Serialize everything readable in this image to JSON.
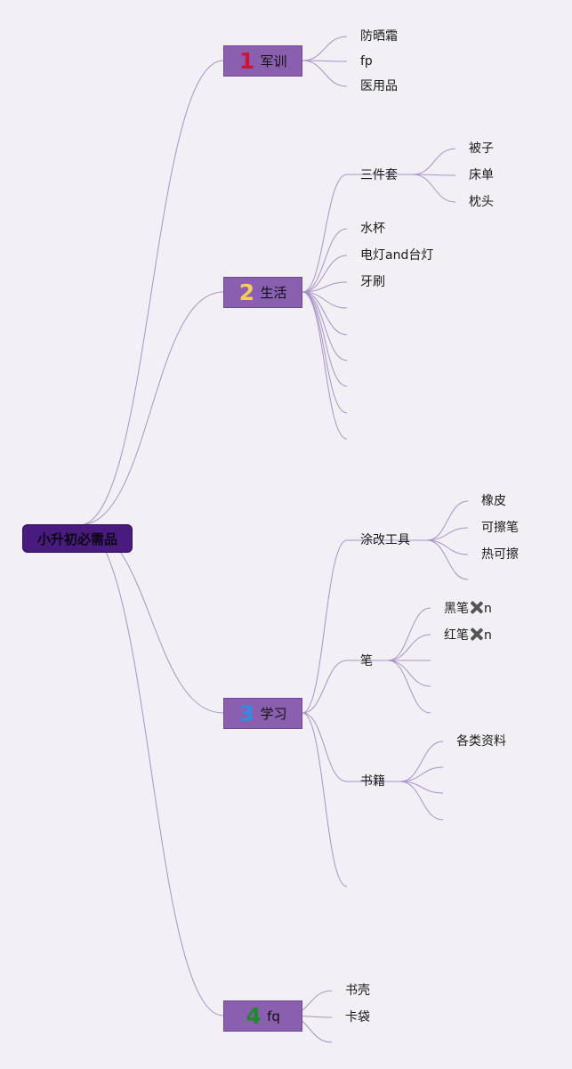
{
  "root": {
    "label": "小升初必需品"
  },
  "topics": [
    {
      "num": "1",
      "num_color": "#c8163a",
      "label": "军训",
      "children": [
        "防晒霜",
        "fp",
        "医用品"
      ]
    },
    {
      "num": "2",
      "num_color": "#f5cd5a",
      "label": "生活",
      "children": [
        {
          "label": "三件套",
          "children": [
            "被子",
            "床单",
            "枕头"
          ]
        },
        "水杯",
        "电灯and台灯",
        "牙刷",
        "",
        "",
        "",
        "",
        "",
        ""
      ]
    },
    {
      "num": "3",
      "num_color": "#2c8fe0",
      "label": "学习",
      "children": [
        {
          "label": "涂改工具",
          "children": [
            "橡皮",
            "可擦笔",
            "热可擦",
            ""
          ]
        },
        {
          "label": "笔",
          "children": [
            {
              "pre": "黑笔",
              "icon": "cross-mark-icon",
              "post": "n"
            },
            {
              "pre": "红笔",
              "icon": "cross-mark-icon",
              "post": "n"
            },
            "",
            "",
            ""
          ]
        },
        {
          "label": "书籍",
          "children": [
            "各类资料",
            "",
            "",
            ""
          ]
        },
        ""
      ]
    },
    {
      "num": "4",
      "num_color": "#1f8a2e",
      "label": "fq",
      "children": [
        "书壳",
        "卡袋",
        ""
      ]
    }
  ]
}
